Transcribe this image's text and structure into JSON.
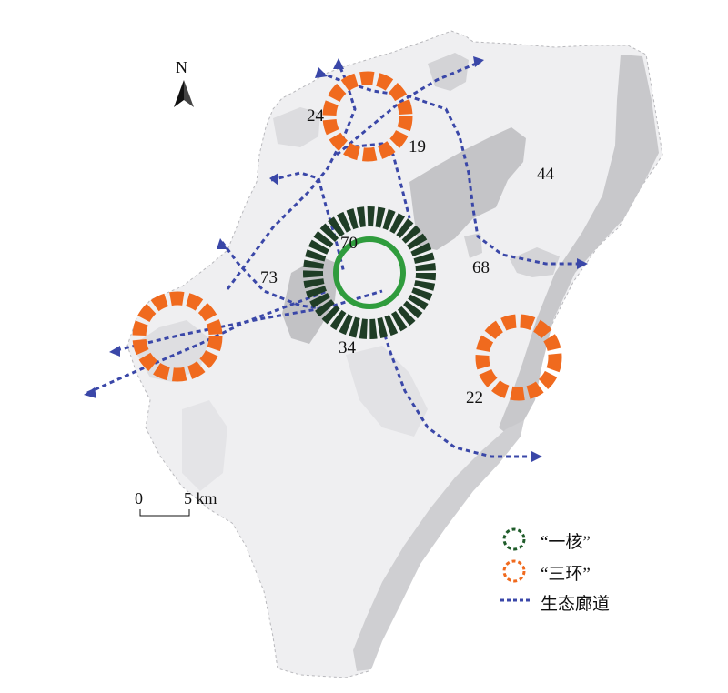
{
  "north": {
    "label": "N"
  },
  "scale_bar": {
    "start_label": "0",
    "end_label": "5 km"
  },
  "district_labels": [
    {
      "id": "d24",
      "text": "24"
    },
    {
      "id": "d19",
      "text": "19"
    },
    {
      "id": "d44",
      "text": "44"
    },
    {
      "id": "d70",
      "text": "70"
    },
    {
      "id": "d73",
      "text": "73"
    },
    {
      "id": "d68",
      "text": "68"
    },
    {
      "id": "d34",
      "text": "34"
    },
    {
      "id": "d22",
      "text": "22"
    }
  ],
  "legend": {
    "core": {
      "label": "“一核”",
      "color": "#1f5c2a",
      "icon": "dashed-circle-icon"
    },
    "rings": {
      "label": "“三环”",
      "color": "#f06a1e",
      "icon": "dashed-circle-icon"
    },
    "corridor": {
      "label": "生态廊道",
      "color": "#3a47a8",
      "icon": "dashed-line-icon"
    }
  },
  "colors": {
    "land_light": "#efeff1",
    "land_mid": "#d9d9dc",
    "land_dark": "#c7c7ca",
    "core_dark": "#1f3d26",
    "core_inner": "#2f9c3d",
    "ring_orange": "#f06a1e",
    "corridor_blue": "#3a47a8"
  }
}
